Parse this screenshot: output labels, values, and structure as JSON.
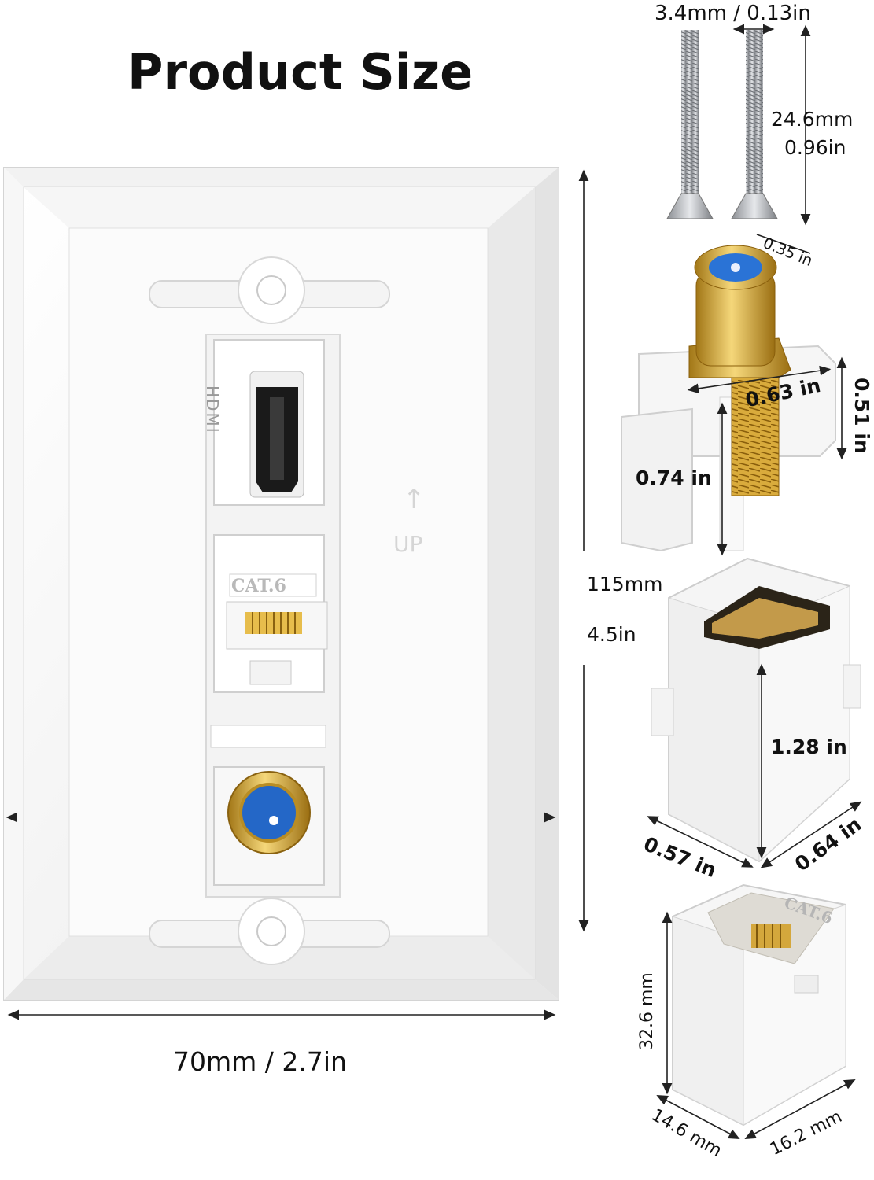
{
  "title": "Product Size",
  "wall_plate": {
    "height_mm": "115mm",
    "height_in": "4.5in",
    "width": "70mm / 2.7in",
    "jack_hdmi_text": "HDMI",
    "jack_cat_text": "CAT.6",
    "orientation_text": "UP"
  },
  "screw": {
    "diameter": "3.4mm / 0.13in",
    "length_mm": "24.6mm",
    "length_in": "0.96in"
  },
  "coax_keystone": {
    "top": "0.35 in",
    "width": "0.63 in",
    "height": "0.51 in",
    "depth": "0.74 in"
  },
  "hdmi_keystone": {
    "height": "1.28 in",
    "width": "0.57 in",
    "depth": "0.64 in"
  },
  "cat6_keystone": {
    "label_text": "CAT.6",
    "height": "32.6 mm",
    "width": "14.6 mm",
    "depth": "16.2 mm"
  }
}
